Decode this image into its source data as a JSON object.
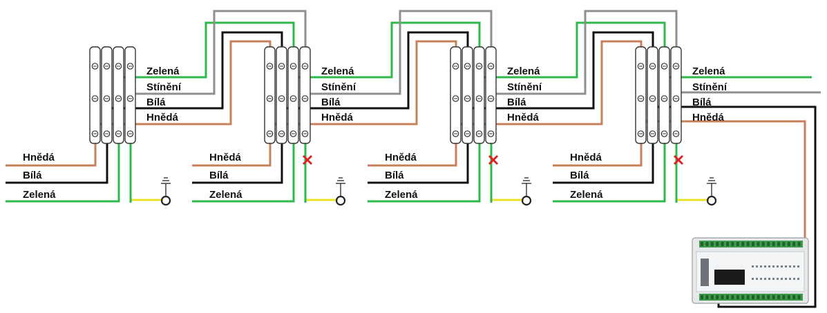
{
  "colors": {
    "brown": "#c8805c",
    "black": "#111111",
    "green": "#2db84a",
    "grey": "#8f8f8f",
    "yellow": "#e8e22a",
    "cross": "#e02020"
  },
  "labels": {
    "input_1": "Hnědá",
    "input_2": "Bílá",
    "input_3": "Zelená",
    "out_1": "Zelená",
    "out_2": "Stínění",
    "out_3": "Bílá",
    "out_4": "Hnědá"
  },
  "units": [
    {
      "id": "unit-1",
      "shield_disconnected": false
    },
    {
      "id": "unit-2",
      "shield_disconnected": true
    },
    {
      "id": "unit-3",
      "shield_disconnected": true
    },
    {
      "id": "unit-4",
      "shield_disconnected": true
    }
  ],
  "icons": {
    "ground": "ground-icon",
    "cross": "x-mark-icon",
    "controller": "controller-device-icon"
  }
}
